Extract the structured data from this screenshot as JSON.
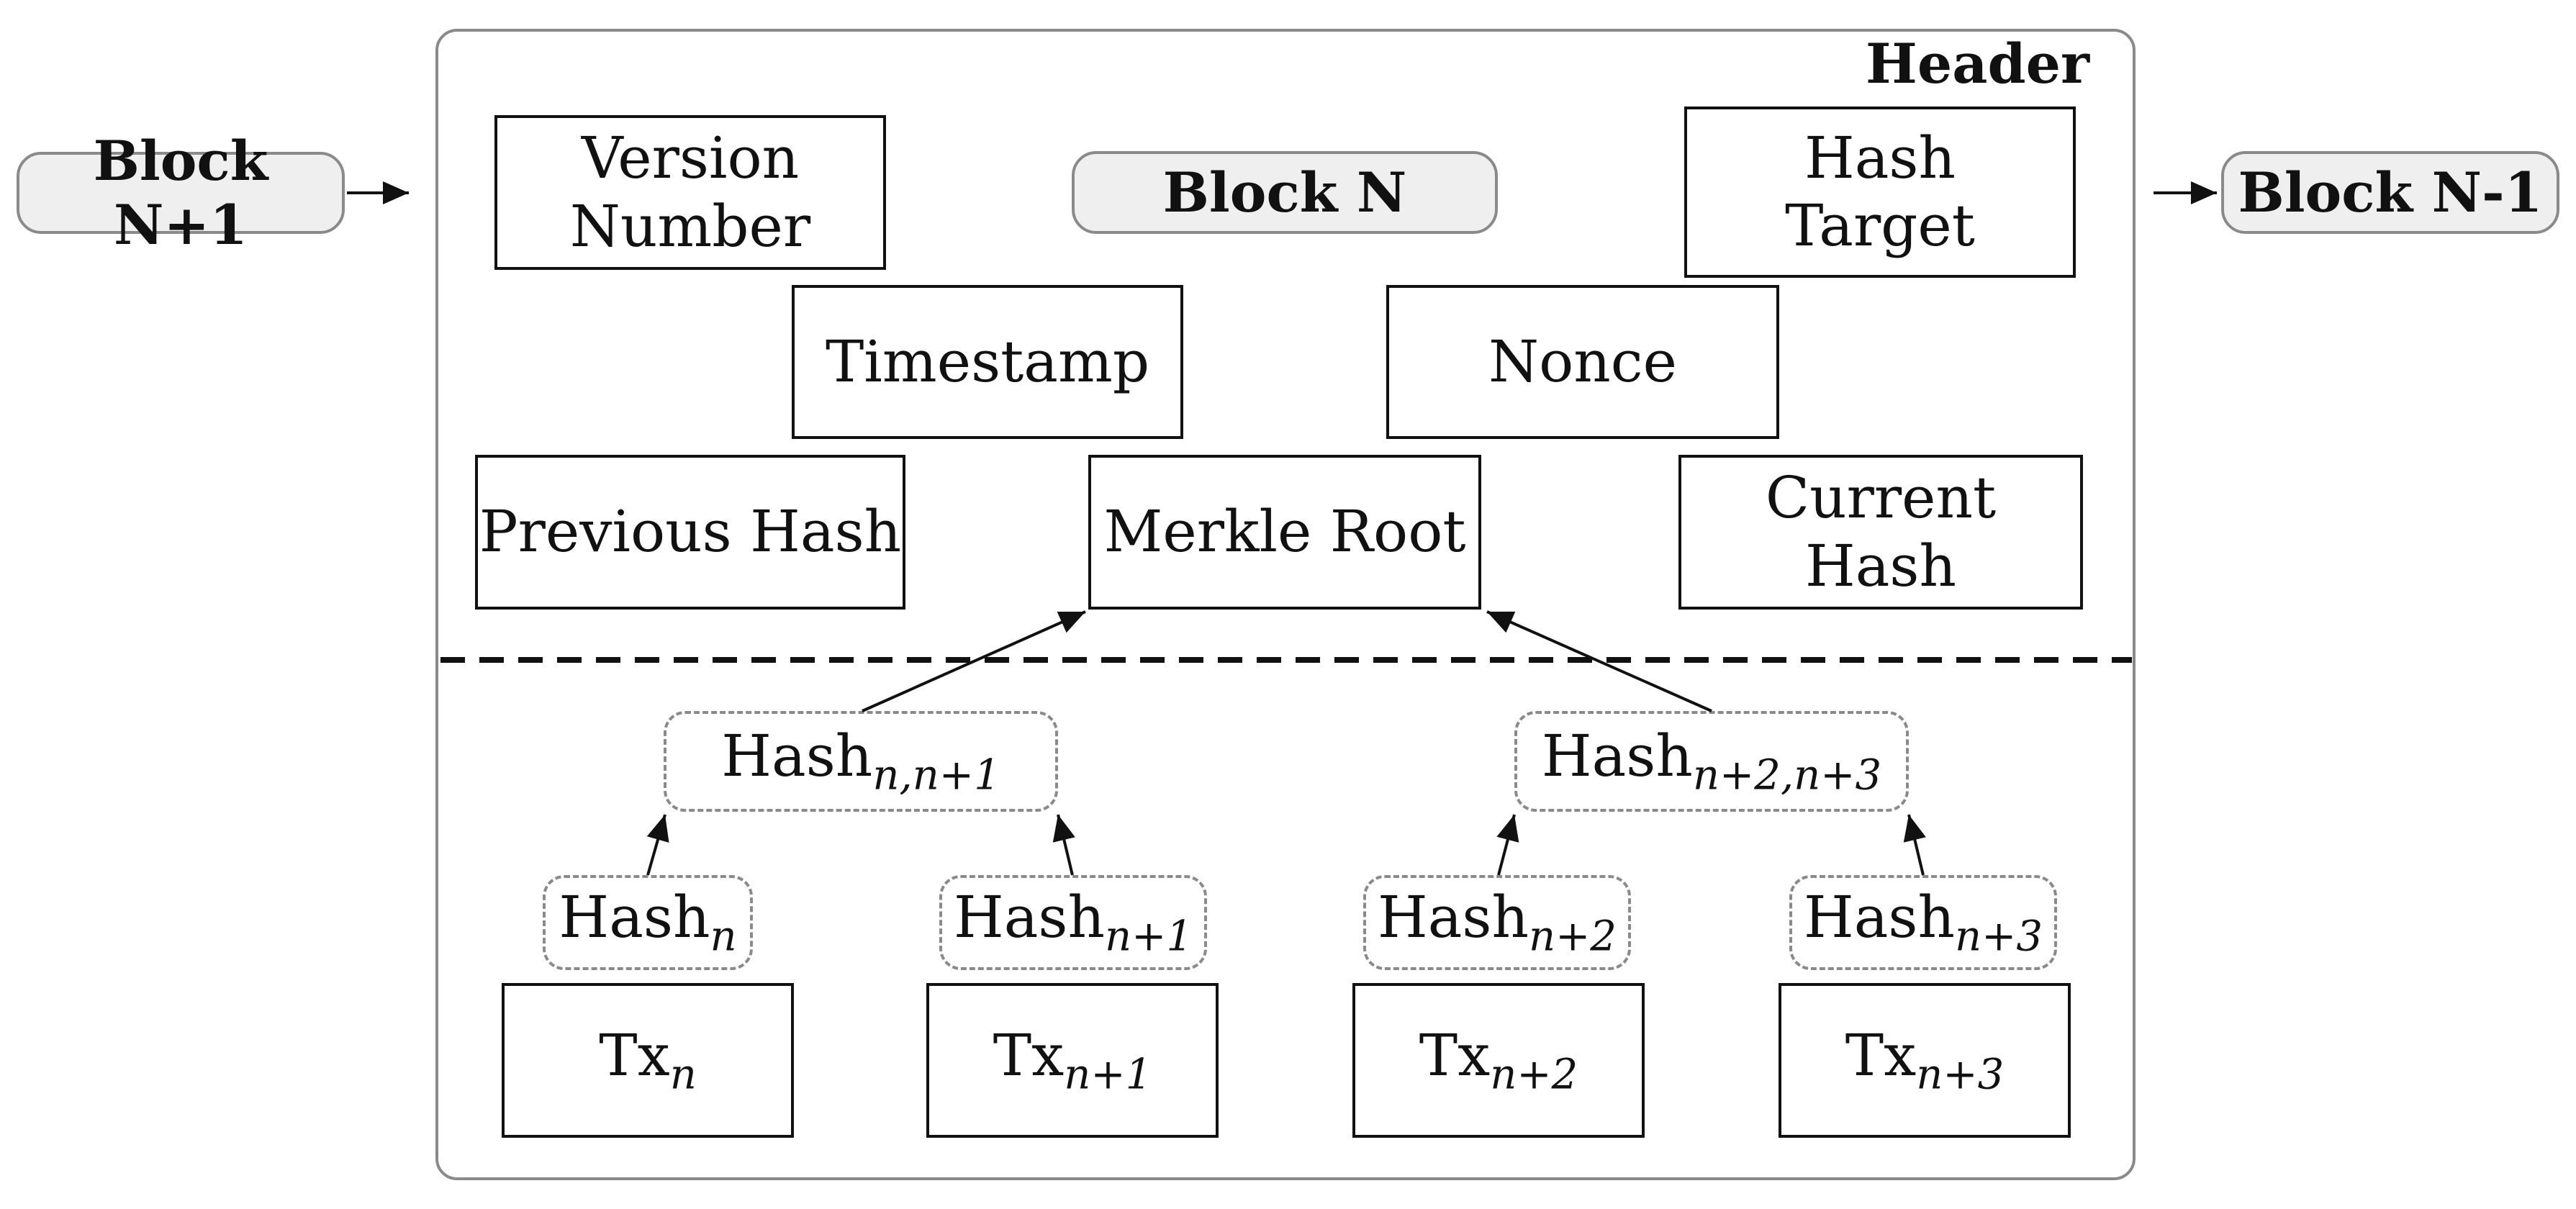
{
  "header_label": "Header",
  "blocks": {
    "next": "Block N+1",
    "current": "Block N",
    "previous": "Block N-1"
  },
  "fields": {
    "version": [
      "Version",
      "Number"
    ],
    "hash_target": [
      "Hash",
      "Target"
    ],
    "timestamp": "Timestamp",
    "nonce": "Nonce",
    "previous_hash": "Previous Hash",
    "merkle_root": "Merkle Root",
    "current_hash": "Current Hash"
  },
  "hashes": {
    "pair_left": {
      "base": "Hash",
      "sub": "n,n+1"
    },
    "pair_right": {
      "base": "Hash",
      "sub": "n+2,n+3"
    },
    "h0": {
      "base": "Hash",
      "sub": "n"
    },
    "h1": {
      "base": "Hash",
      "sub": "n+1"
    },
    "h2": {
      "base": "Hash",
      "sub": "n+2"
    },
    "h3": {
      "base": "Hash",
      "sub": "n+3"
    }
  },
  "transactions": {
    "t0": {
      "base": "Tx",
      "sub": "n"
    },
    "t1": {
      "base": "Tx",
      "sub": "n+1"
    },
    "t2": {
      "base": "Tx",
      "sub": "n+2"
    },
    "t3": {
      "base": "Tx",
      "sub": "n+3"
    }
  }
}
